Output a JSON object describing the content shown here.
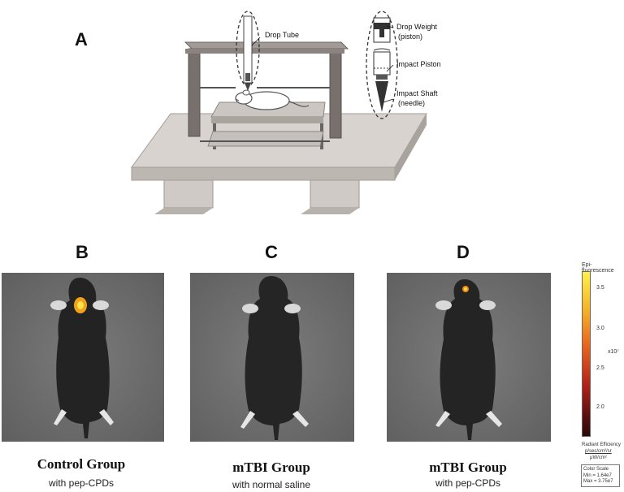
{
  "panel_a": {
    "letter": "A",
    "labels": {
      "drop_tube": "Drop Tube",
      "drop_weight": "Drop Weight",
      "drop_weight_sub": "(piston)",
      "impact_piston": "Impact Piston",
      "impact_shaft": "Impact Shaft",
      "impact_shaft_sub": "(needle)"
    }
  },
  "panels": [
    {
      "letter": "B",
      "group": "Control Group",
      "sub": "with pep-CPDs"
    },
    {
      "letter": "C",
      "group": "mTBI Group",
      "sub": "with normal saline"
    },
    {
      "letter": "D",
      "group": "mTBI Group",
      "sub": "with pep-CPDs"
    }
  ],
  "colorbar": {
    "title": "Epi-fluorescence",
    "ticks": [
      "3.5",
      "3.0",
      "2.5",
      "2.0"
    ],
    "exponent": "x10⁷",
    "units_label": "Radiant Efficiency",
    "units_num": "p/sec/cm²/sr",
    "units_den": "μW/cm²",
    "scale_title": "Color Scale",
    "min": "Min = 1.64e7",
    "max": "Max = 3.75e7"
  }
}
